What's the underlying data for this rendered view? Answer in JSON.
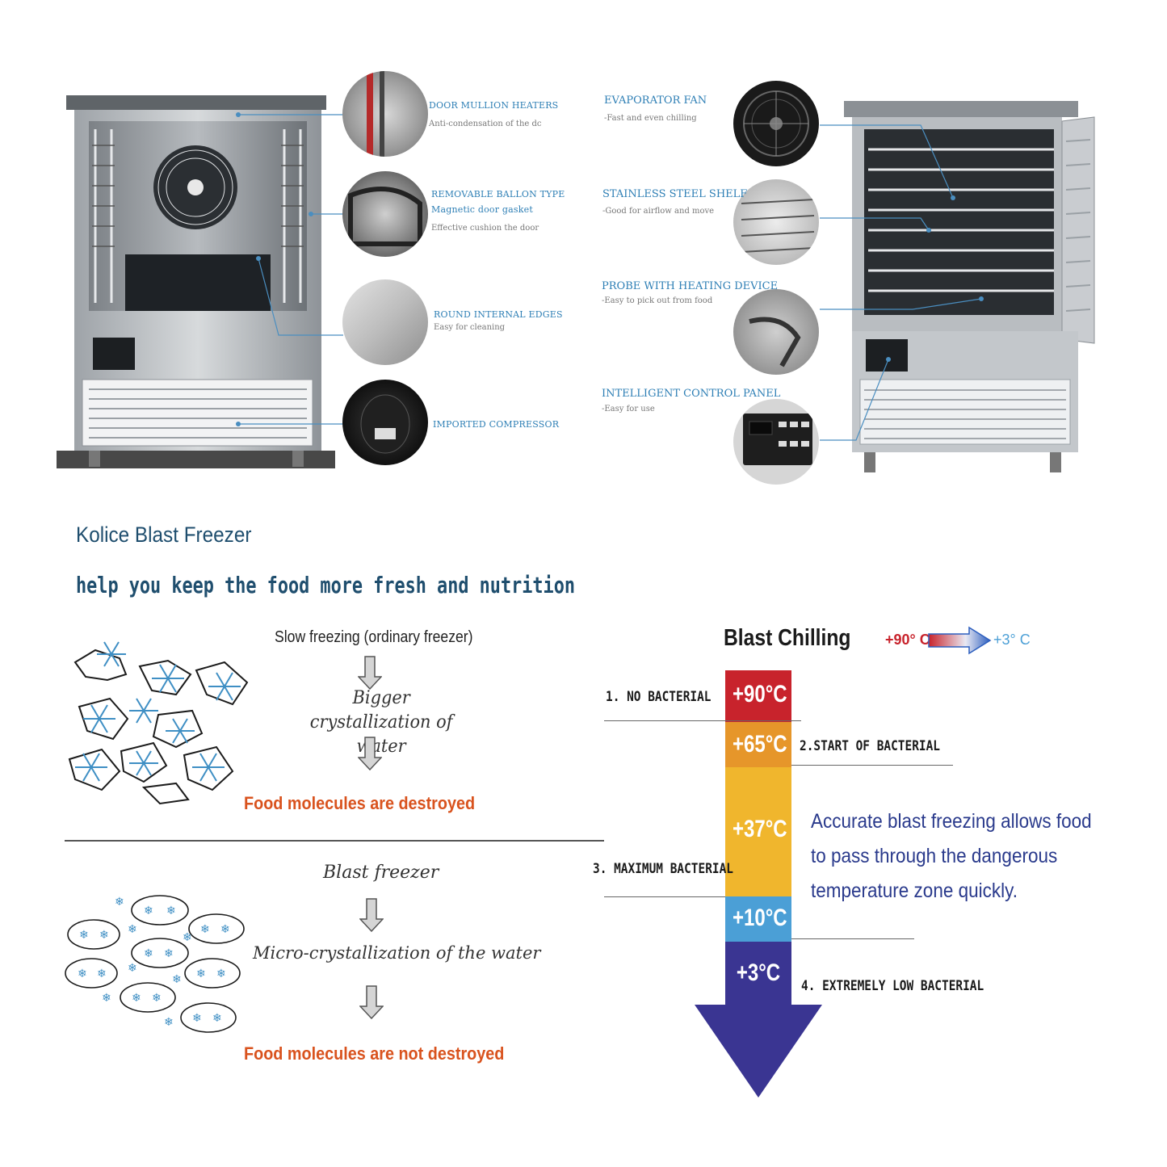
{
  "left_callouts": [
    {
      "title": "DOOR MULLION HEATERS",
      "desc": "Anti-condensation of the dc"
    },
    {
      "title": "REMOVABLE BALLON TYPE",
      "title2": "Magnetic door gasket",
      "desc": "Effective cushion the door"
    },
    {
      "title": "ROUND INTERNAL EDGES",
      "desc": "Easy for cleaning"
    },
    {
      "title": "IMPORTED COMPRESSOR",
      "desc": ""
    }
  ],
  "right_callouts": [
    {
      "title": "EVAPORATOR FAN",
      "desc": "-Fast and even chilling"
    },
    {
      "title": "STAINLESS STEEL SHELF",
      "desc": "-Good for airflow and move"
    },
    {
      "title": "PROBE WITH HEATING DEVICE",
      "desc": "-Easy to pick out from food"
    },
    {
      "title": "INTELLIGENT CONTROL PANEL",
      "desc": "-Easy for use"
    }
  ],
  "brand": "Kolice Blast Freezer",
  "tagline": "help you keep the food more fresh and nutrition",
  "slow": {
    "title": "Slow freezing (ordinary freezer)",
    "step": "Bigger crystallization of water",
    "result": "Food molecules are destroyed"
  },
  "blast": {
    "title": "Blast freezer",
    "step": "Micro-crystallization of the water",
    "result": "Food molecules are not destroyed"
  },
  "chill": {
    "title": "Blast Chilling",
    "from": "+90° C",
    "to": "+3° C",
    "bands": [
      "+90°C",
      "+65°C",
      "+37°C",
      "+10°C",
      "+3°C"
    ],
    "band_colors": [
      "#c8232c",
      "#e6962a",
      "#f0b62d",
      "#4b9fd6",
      "#3a3592"
    ],
    "bacteria": [
      "1. NO BACTERIAL",
      "2.START OF BACTERIAL",
      "3. MAXIMUM BACTERIAL",
      "4. EXTREMELY LOW BACTERIAL"
    ],
    "note": "Accurate blast freezing allows food to pass through the dangerous temperature zone quickly."
  }
}
